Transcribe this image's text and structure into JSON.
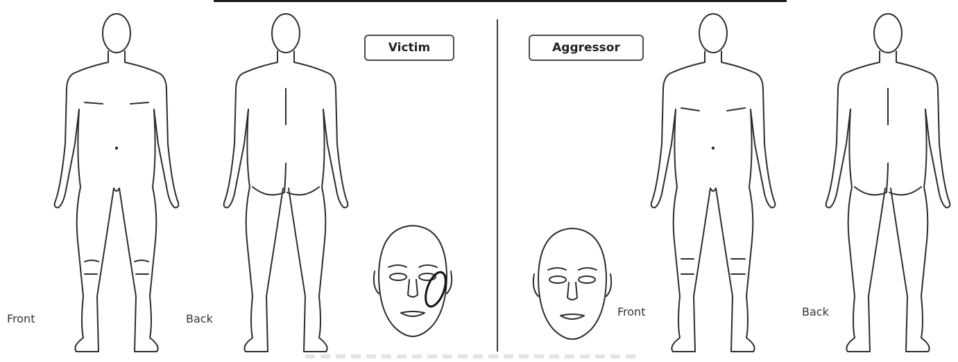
{
  "roles": {
    "victim": "Victim",
    "aggressor": "Aggressor"
  },
  "labels": {
    "victim_front": "Front",
    "victim_back": "Back",
    "aggressor_front": "Front",
    "aggressor_back": "Back"
  },
  "colors": {
    "ink": "#2b2b2b",
    "box_border": "#4a4a4a"
  }
}
